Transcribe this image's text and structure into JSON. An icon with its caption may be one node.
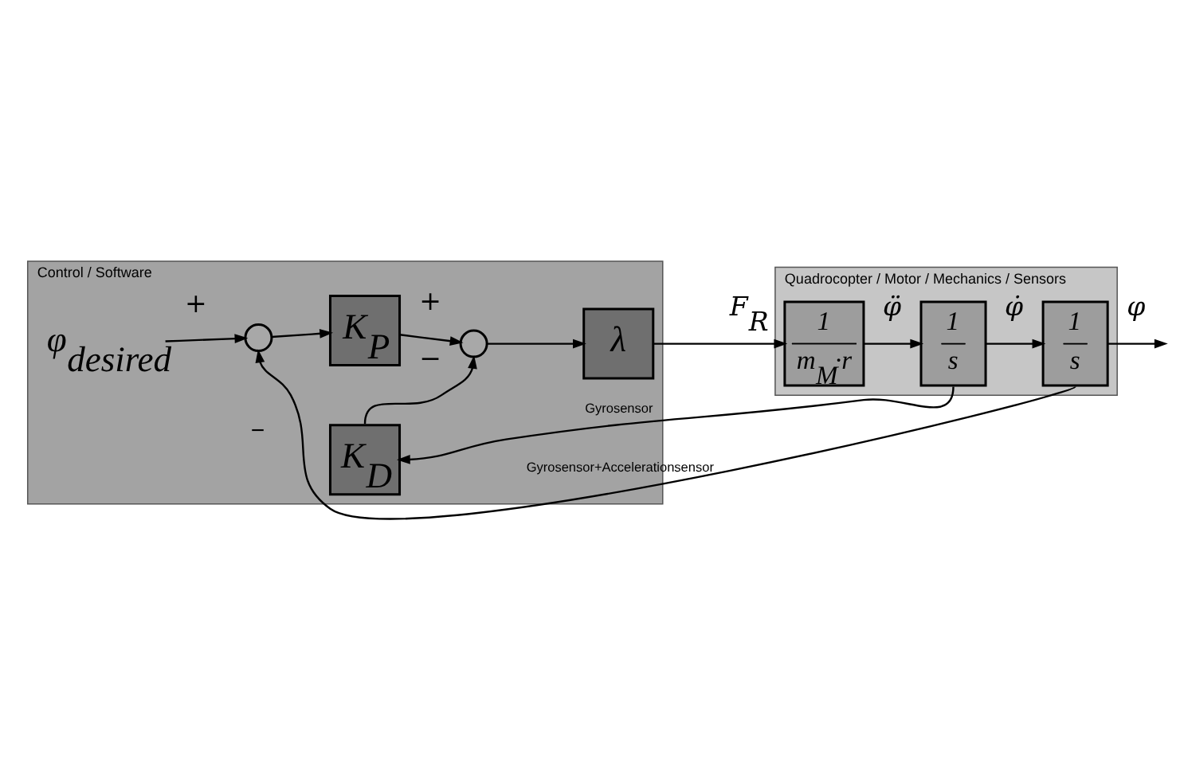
{
  "diagram": {
    "nodes": [
      {
        "text": [
          "Control / Software"
        ]
      },
      {
        "text": [
          "Quadrocopter / Motor / Mechanics / Sensors"
        ]
      },
      {
        "text": [
          "φ$_{desired}$"
        ],
        "in": 0
      },
      {
        "text": [],
        "shape": "circle",
        "in": 0
      },
      {
        "text": [
          "K$_{P}$"
        ],
        "in": 0
      },
      {
        "text": [],
        "shape": "circle",
        "in": 0
      },
      {
        "text": [
          "λ"
        ],
        "in": 0
      },
      {
        "text": [
          "K$_{D}$"
        ],
        "in": 0
      },
      {
        "text": [
          "1",
          "m$_{M}$·r"
        ],
        "in": 1
      },
      {
        "text": [
          "1",
          "s"
        ],
        "in": 1
      },
      {
        "text": [
          "1",
          "s"
        ],
        "in": 1
      }
    ],
    "edges": [
      {
        "from": 2,
        "to": 3,
        "arrow": "to",
        "label": "+"
      },
      {
        "from": 3,
        "to": 4,
        "arrow": "to"
      },
      {
        "from": 4,
        "to": 5,
        "arrow": "to",
        "label": "+"
      },
      {
        "from": 5,
        "to": 6,
        "arrow": "to"
      },
      {
        "from": 6,
        "to": 8,
        "arrow": "to",
        "label": "F$_{R}$"
      },
      {
        "from": 8,
        "to": 9,
        "arrow": "to",
        "label": "φ̈"
      },
      {
        "from": 9,
        "to": 10,
        "arrow": "to",
        "label": "φ̇"
      },
      {
        "from": 10,
        "to": null,
        "arrow": "to",
        "label": "φ"
      },
      {
        "from": 9,
        "to": 7,
        "arrow": "to",
        "label": "Gyrosensor"
      },
      {
        "from": 7,
        "to": 5,
        "arrow": "to",
        "label": "−"
      },
      {
        "from": 10,
        "to": 3,
        "arrow": "to",
        "label": "Gyrosensor+Accelerationsensor"
      }
    ],
    "labels": [
      "−"
    ]
  }
}
